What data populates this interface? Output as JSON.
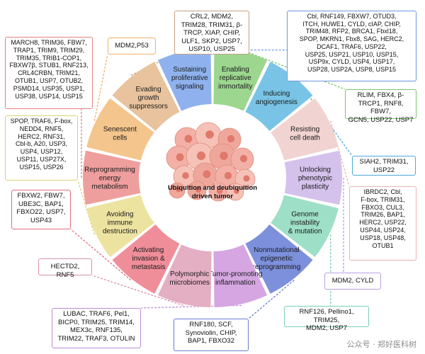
{
  "center": {
    "title": "Ubiquition and deubiquition driven tumor"
  },
  "hallmarks": [
    {
      "name": "Evading growth suppressors",
      "color": "#e8c39e"
    },
    {
      "name": "Sustaining proliferative signaling",
      "color": "#8fb2ee"
    },
    {
      "name": "Enabling replicative immortality",
      "color": "#9cd68f"
    },
    {
      "name": "Inducing angiogenesis",
      "color": "#79c4e6"
    },
    {
      "name": "Resisting cell death",
      "color": "#f1d3d1"
    },
    {
      "name": "Unlocking phenotypic plasticity",
      "color": "#d4c1ec"
    },
    {
      "name": "Genome instability & mutation",
      "color": "#9edfc7"
    },
    {
      "name": "Nonmutational epigenetic reprogramming",
      "color": "#7d90dc"
    },
    {
      "name": "Tumor-promoting inflammation",
      "color": "#d5a6e2"
    },
    {
      "name": "Polymorphic microbiomes",
      "color": "#e4aec3"
    },
    {
      "name": "Activating invasion & metastasis",
      "color": "#ef8e99"
    },
    {
      "name": "Avoiding immune destruction",
      "color": "#ede3a1"
    },
    {
      "name": "Reprogramming energy metabolism",
      "color": "#ef9e9e"
    },
    {
      "name": "Senescent cells",
      "color": "#f4c58c"
    }
  ],
  "boxes": {
    "mdm2_p53": {
      "text": "MDM2,P53",
      "color": "#f0b06a"
    },
    "evading": {
      "text": "CRL2, MDM2,\nTRIM28, TRIM31, β-\nTRCP, XIAP, CHIP,\nULF1, SKP2, USP7,\nUSP10, USP25",
      "color": "#c8a080"
    },
    "sustaining": {
      "text": "Cbl, RNF149, FBXW7, OTUD3,\nITCH, HUWE1, CYLD, cIAP, CHIP,\nTRIM48, RFP2, BRCA1, Fbxl18,\nSPOP, MKRN1, Fbx8, SAG, HERC2,\nDCAF1, TRAF6, USP22,\nUSP25, USP21, USP10, USP15,\nUSP9x, CYLD, USP4, USP17,\nUSP28, USP2A, USP8, USP15",
      "color": "#6f97e0"
    },
    "immortality": {
      "text": "RLIM, FBX4, β-\nTRCP1, RNF8, FBW7,\nGCN5, USP22, USP7",
      "color": "#7cc46f"
    },
    "angiogenesis": {
      "text": "SIAH2, TRIM31,\nUSP22",
      "color": "#4fa9d4"
    },
    "cell_death": {
      "text": "IBRDC2, Cbl,\nF-box, TRIM31,\nFBXO3, CUL3,\nTRIM26, BAP1,\nHERC2, USP22,\nUSP44, USP24,\nUSP18, USP48,\nOTUB1",
      "color": "#e7b4b0"
    },
    "plasticity": {
      "text": "MDM2, CYLD",
      "color": "#b9a1e0"
    },
    "genome": {
      "text": "RNF126, Pellino1, TRIM25,\nMDM2, USP7",
      "color": "#7ccdb0"
    },
    "epigenetic": {
      "text": "RNF180, SCF,\nSynoviolin, CHIP,\nBAP1, FBXO32",
      "color": "#6a7dd0"
    },
    "inflammation": {
      "text": "LUBAC, TRAF6, Pel1,\nBICP0, TRIM25, TRIM14,\nMEX3c, RNF135,\nTRIM22, TRAF3, OTULIN",
      "color": "#c08ad6"
    },
    "microbiomes": {
      "text": "HECTD2, RNF5",
      "color": "#d88fb0"
    },
    "invasion": {
      "text": "FBXW2, FBW7,\nUBE3C, BAP1,\nFBXO22, USP7,\nUSP43",
      "color": "#e06d7b"
    },
    "immune": {
      "text": "SPOP, TRAF6, F-box,\nNEDD4, RNF5,\nHERC2, RNF31,\nCbl-b, A20, USP3,\nUSP4, USP12,\nUSP11, USP27X,\nUSP15, USP26",
      "color": "#d9cf7a"
    },
    "metabolism": {
      "text": "MARCH8, TRIM36, FBW7,\nTRAP1, TRIM9, TRIM29,\nTRIM35, TRIB1-COP1,\nFBXW7β, STUB1, RNF213,\nCRL4CRBN, TRIM21,\nOTUB1, USP7, OTUB2,\nPSMD14, USP35, USP1,\nUSP38, USP14, USP15",
      "color": "#e77f7f"
    }
  },
  "watermark": "公众号 · 郑好医科树"
}
